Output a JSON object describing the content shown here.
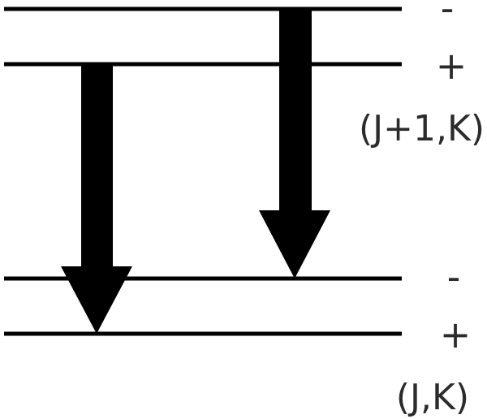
{
  "upper_state": {
    "label": "(J+1,K)",
    "levels": [
      {
        "parity": "-"
      },
      {
        "parity": "+"
      }
    ]
  },
  "lower_state": {
    "label": "(J,K)",
    "levels": [
      {
        "parity": "-"
      },
      {
        "parity": "+"
      }
    ]
  },
  "transitions": [
    {
      "from": "upper_state.levels.1",
      "to": "lower_state.levels.1"
    },
    {
      "from": "upper_state.levels.0",
      "to": "lower_state.levels.0"
    }
  ],
  "colors": {
    "lines": "#000000",
    "arrows": "#000000",
    "text": "#2b2b2b"
  }
}
